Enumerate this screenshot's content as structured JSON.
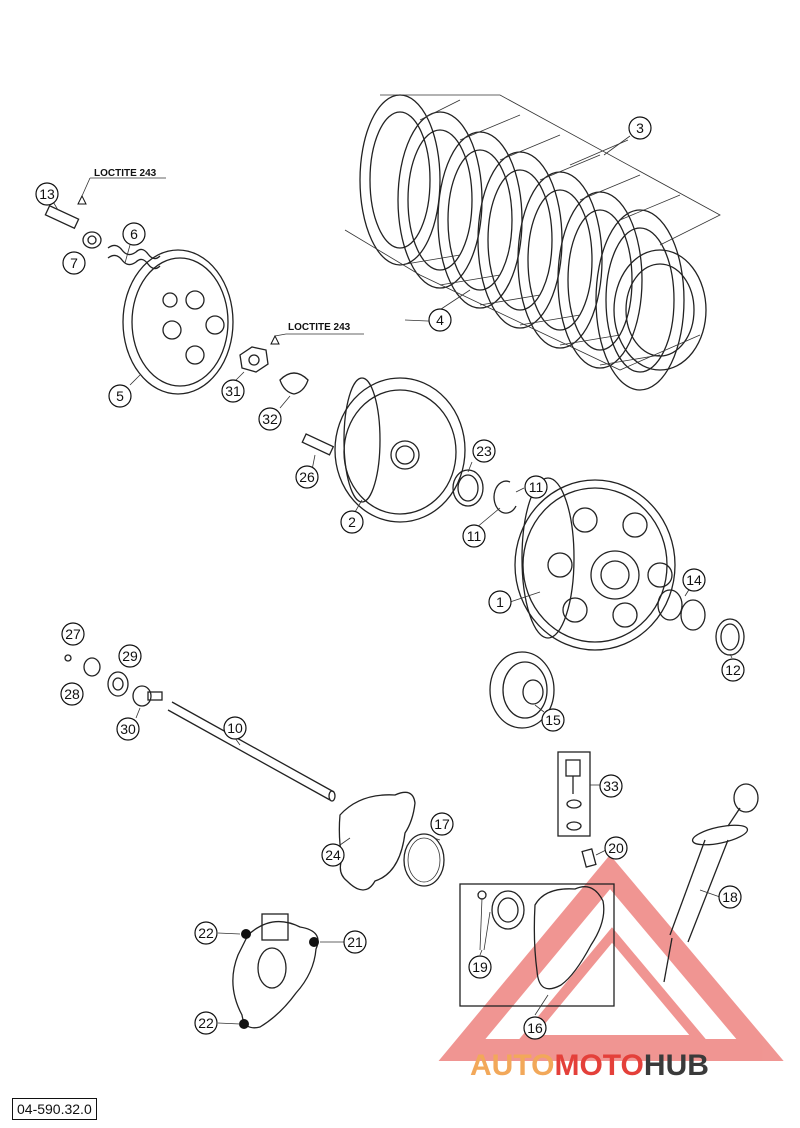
{
  "loctite_label_upper": "LOCTITE 243",
  "loctite_label_lower": "LOCTITE 243",
  "callouts": {
    "c1": "1",
    "c2": "2",
    "c3": "3",
    "c4": "4",
    "c5": "5",
    "c6": "6",
    "c7": "7",
    "c10": "10",
    "c11a": "11",
    "c11b": "11",
    "c12": "12",
    "c13": "13",
    "c14": "14",
    "c15": "15",
    "c16": "16",
    "c17": "17",
    "c18": "18",
    "c19": "19",
    "c20": "20",
    "c21": "21",
    "c22a": "22",
    "c22b": "22",
    "c23": "23",
    "c24": "24",
    "c26": "26",
    "c27": "27",
    "c28": "28",
    "c29": "29",
    "c30": "30",
    "c31": "31",
    "c32": "32",
    "c33": "33"
  },
  "watermark": {
    "part1": "AUTO",
    "part2": "MOTO",
    "part3": "HUB",
    "color_light": "#f2a85a",
    "color_accent": "#e4403a",
    "color_dark": "#3a3a3a"
  },
  "document_number": "04-590.32.0"
}
